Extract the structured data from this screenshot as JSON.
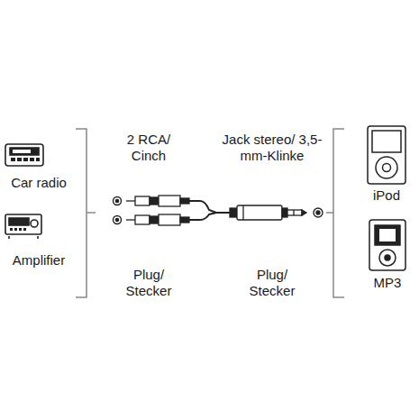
{
  "diagram": {
    "labels": [
      "Car radio",
      "Amplifier",
      "2 RCA/ Cinch",
      "Jack stereo/ 3,5-mm-Klinke",
      "Plug/ Stecker",
      "Plug/ Stecker",
      "iPod",
      "MP3"
    ]
  }
}
